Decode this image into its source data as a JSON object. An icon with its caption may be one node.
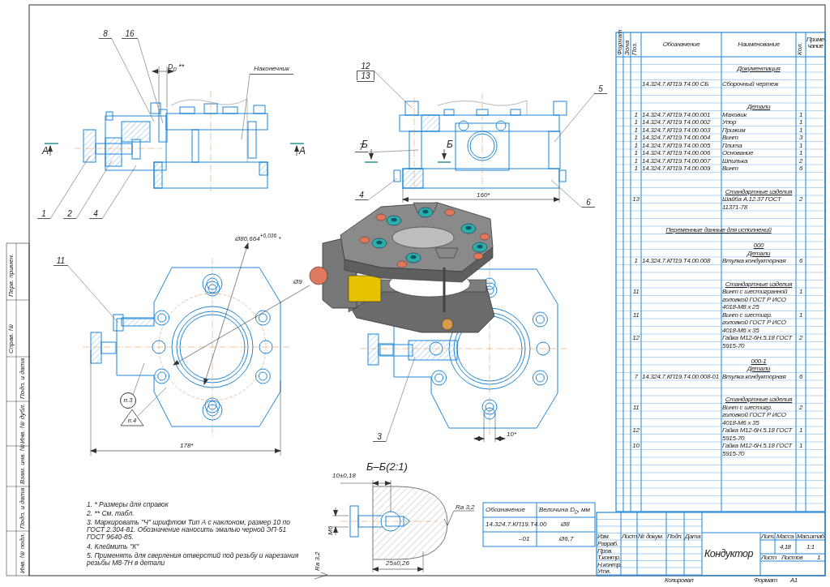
{
  "diagram": {
    "nodes": [
      {
        "text": [
          "8"
        ]
      },
      {
        "text": [
          "16"
        ]
      },
      {
        "text": [
          "Наконечник"
        ]
      },
      {
        "text": [
          "1"
        ]
      },
      {
        "text": [
          "2"
        ]
      },
      {
        "text": [
          "4"
        ]
      },
      {
        "text": [
          "12",
          "13"
        ]
      },
      {
        "text": [
          "7"
        ]
      },
      {
        "text": [
          "5"
        ]
      },
      {
        "text": [
          "4"
        ]
      },
      {
        "text": [
          "6"
        ]
      },
      {
        "text": [
          "11"
        ]
      },
      {
        "text": [
          "3"
        ]
      },
      {
        "text": [
          "п.3"
        ]
      },
      {
        "text": [
          "п.4"
        ]
      }
    ],
    "edges": [
      {
        "from": 0,
        "to": null,
        "arrow": "none"
      },
      {
        "from": 1,
        "to": null,
        "arrow": "none"
      },
      {
        "from": 2,
        "to": null,
        "arrow": "none"
      },
      {
        "from": 3,
        "to": null,
        "arrow": "none"
      },
      {
        "from": 4,
        "to": null,
        "arrow": "none"
      },
      {
        "from": 5,
        "to": null,
        "arrow": "none"
      },
      {
        "from": 6,
        "to": null,
        "arrow": "none"
      },
      {
        "from": 7,
        "to": null,
        "arrow": "none"
      },
      {
        "from": 8,
        "to": null,
        "arrow": "none"
      },
      {
        "from": 9,
        "to": null,
        "arrow": "none"
      },
      {
        "from": 10,
        "to": null,
        "arrow": "none"
      },
      {
        "from": 11,
        "to": null,
        "arrow": "none"
      },
      {
        "from": 12,
        "to": null,
        "arrow": "none"
      },
      {
        "from": 13,
        "to": null,
        "arrow": "none"
      },
      {
        "from": 14,
        "to": null,
        "arrow": "none"
      }
    ],
    "labels": [
      "D$_{0}$ **",
      "А",
      "А",
      "Б",
      "Б",
      "160*",
      "Ø80,664$^{+0,036}$ *",
      "Ø9",
      "178*",
      "10*",
      "Б–Б(2:1)",
      "10±0,18",
      "Ra 3,2",
      "М6",
      "Ra 3,2",
      "25±0,26",
      "1. * Размеры для справок",
      "2. ** См. табл.",
      "3. Маркировать \"Ч\" шрифтом Тип А с наклоном, размер 10 по ГОСТ 2.304-81. Обозначение наносить эмалью черной ЭП-51 ГОСТ 9640-85.",
      "4. Клеймить \"К\"",
      "5. Применять для сверления отверстий под резьбу и нарезания резьбы М8-7Н в детали",
      "Обозначение",
      "Величина D$_{0}$, мм",
      "14.324.7.КП19.Т4.00",
      "Ø8",
      "–01",
      "Ø6,7",
      "Формат",
      "Зона",
      "Поз.",
      "Обозначение",
      "Наименование",
      "Кол.",
      "Приме-чание",
      "Документация",
      "14.324.7.КП19.Т4.00 СБ",
      "Сборочный чертеж",
      "Детали",
      "1",
      "14.324.7.КП19.Т4.00.001",
      "Маховик",
      "1",
      "1",
      "14.324.7.КП19.Т4.00.002",
      "Упор",
      "1",
      "1",
      "14.324.7.КП19.Т4.00.003",
      "Прижим",
      "1",
      "1",
      "14.324.7.КП19.Т4.00.004",
      "Винт",
      "3",
      "1",
      "14.324.7.КП19.Т4.00.005",
      "Плита",
      "1",
      "1",
      "14.324.7.КП19.Т4.00.006",
      "Основание",
      "1",
      "1",
      "14.324.7.КП19.Т4.00.007",
      "Шпилька",
      "2",
      "1",
      "14.324.7.КП19.Т4.00.009",
      "Винт",
      "6",
      "Стандартные изделия",
      "13",
      "Шайба А.12.37 ГОСТ 11371-78",
      "2",
      "Переменные данные для исполнений",
      "000",
      "Детали",
      "1",
      "14.324.7.КП19.Т4.00.008",
      "Втулка кондукторная",
      "6",
      "Стандартные изделия",
      "11",
      "Винт с шестигранной головкой ГОСТ Р ИСО 4018-М8 х 25",
      "1",
      "11",
      "Винт с шестигр. головкой ГОСТ Р ИСО 4018-М6 х 35",
      "1",
      "12",
      "Гайка М12-6Н.5.18 ГОСТ 5915-70",
      "2",
      "000-1",
      "Детали",
      "7",
      "14.324.7.КП19.Т4.00.008-01",
      "Втулка кондукторная",
      "6",
      "Стандартные изделия",
      "11",
      "Винт с шестигр. головкой ГОСТ Р ИСО 4018-М6 х 35",
      "2",
      "12",
      "Гайка М12-6Н.5.18 ГОСТ 5915-70",
      "1",
      "10",
      "Гайка М12-6Н.5.18 ГОСТ 5915-70",
      "1",
      "Изм.",
      "Лист",
      "№ докум.",
      "Подп.",
      "Дата",
      "Разраб.",
      "Пров.",
      "Т.контр.",
      "Н.контр.",
      "Утв.",
      "Кондуктор",
      "Лит.",
      "Масса",
      "Масштаб",
      "4,18",
      "1:1",
      "Лист",
      "Листов",
      "1",
      "Копировал",
      "Формат",
      "А1",
      "Перв. примен.",
      "Справ. №",
      "Подп. и дата",
      "Инв. № дубл.",
      "Взам. инв. №",
      "Подп. и дата",
      "Инв. № подл."
    ]
  }
}
